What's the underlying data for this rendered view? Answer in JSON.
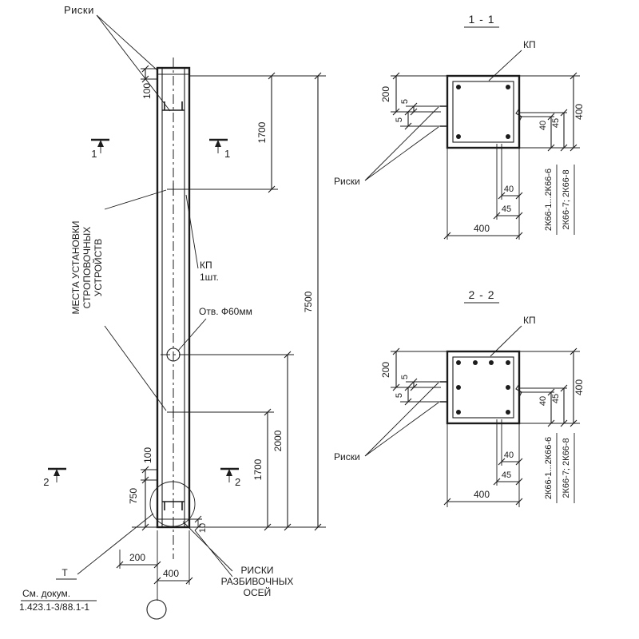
{
  "colors": {
    "ink": "#1c1c1c",
    "background": "#ffffff"
  },
  "elevation": {
    "riski_top_label": "Риски",
    "section_mark_1": "1",
    "section_mark_2": "2",
    "mesta_line1": "МЕСТА УСТАНОВКИ",
    "mesta_line2": "СТРОПОВОЧНЫХ",
    "mesta_line3": "УСТРОЙСТВ",
    "kp_label": "КП",
    "kp_qty": "1шт.",
    "hole_label": "Отв. Ф60мм",
    "axes_line1": "РИСКИ",
    "axes_line2": "РАЗБИВОЧНЫХ",
    "axes_line3": "ОСЕЙ",
    "embed_mark": "Т",
    "doc_line1": "См. докум.",
    "doc_line2": "1.423.1-3/88.1-1",
    "dims": {
      "top_100": "100",
      "top_1700": "1700",
      "total_7500": "7500",
      "mid_2000": "2000",
      "bot_1700": "1700",
      "bot_100": "100",
      "bot_750": "750",
      "edge_10": "10",
      "axis_200": "200",
      "width_400": "400"
    }
  },
  "section1": {
    "title": "1 - 1",
    "kp_label": "КП",
    "riski_label": "Риски",
    "marks_a": "2К66-1...2К66-6",
    "marks_b": "2К66-7; 2К66-8",
    "dims": {
      "half_200": "200",
      "offset_5a": "5",
      "offset_5b": "5",
      "v_40": "40",
      "v_45": "45",
      "v_400": "400",
      "h_40": "40",
      "h_45": "45",
      "h_400": "400"
    }
  },
  "section2": {
    "title": "2 - 2",
    "kp_label": "КП",
    "riski_label": "Риски",
    "marks_a": "2К66-1...2К66-6",
    "marks_b": "2К66-7; 2К66-8",
    "dims": {
      "half_200": "200",
      "offset_5a": "5",
      "offset_5b": "5",
      "v_40": "40",
      "v_45": "45",
      "v_400": "400",
      "h_40": "40",
      "h_45": "45",
      "h_400": "400"
    }
  }
}
